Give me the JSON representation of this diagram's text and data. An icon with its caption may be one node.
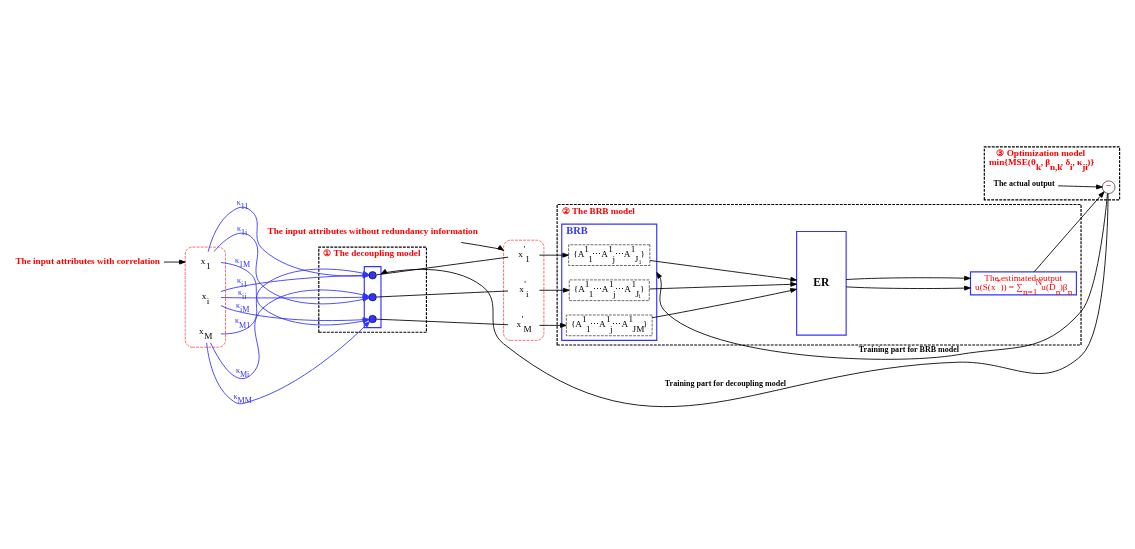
{
  "diagram": {
    "nodes": [
      {
        "text": [],
        "shape": "ellipse"
      },
      {
        "text": [
          "x$_{1}$"
        ],
        "in": 0
      },
      {
        "text": [
          "x$_{i}$"
        ],
        "in": 0
      },
      {
        "text": [
          "x$_{M}$"
        ],
        "in": 0
      },
      {
        "text": [
          "The input attributes with correlation"
        ]
      },
      {
        "text": [
          "① The decoupling model"
        ]
      },
      {
        "text": [],
        "shape": "box",
        "in": 5
      },
      {
        "text": [],
        "shape": "circle",
        "in": 6
      },
      {
        "text": [],
        "shape": "circle",
        "in": 6
      },
      {
        "text": [],
        "shape": "circle",
        "in": 6
      },
      {
        "text": [],
        "shape": "ellipse"
      },
      {
        "text": [
          "x$^{'}$$_{1}$"
        ],
        "in": 10
      },
      {
        "text": [
          "x$^{'}$$_{i}$"
        ],
        "in": 10
      },
      {
        "text": [
          "x$^{'}$$_{M}$"
        ],
        "in": 10
      },
      {
        "text": [
          "The input attributes without redundancy information"
        ]
      },
      {
        "text": [
          "② The BRB model"
        ]
      },
      {
        "text": [
          "BRB"
        ],
        "in": 15
      },
      {
        "text": [
          "{A$^{1}$$_{1}$⋯A$^{1}$$_{j}$⋯A$^{1}$$_{J₁}$}"
        ],
        "in": 16
      },
      {
        "text": [
          "{A$^{1}$$_{1}$⋯A$^{1}$$_{j}$⋯A$^{1}$$_{Jᵢ}$}"
        ],
        "in": 16
      },
      {
        "text": [
          "{A$^{1}$$_{1}$⋯A$^{1}$$_{j}$⋯A$^{1}$$_{JM}$}"
        ],
        "in": 16
      },
      {
        "text": [
          "ER"
        ],
        "in": 15
      },
      {
        "text": [
          "The estimated output",
          "u(S(x$^{*}$)) = ∑$_{n=1}$$^{N}$u(D$_{n}$)β$_{n}$"
        ],
        "in": 15
      },
      {
        "text": [
          "③ Optimization model",
          "min{MSE(θ$_{k}$, β$_{n,k}$, δ$_{i}$, κ$_{ji}$)}"
        ]
      },
      {
        "text": [
          "−"
        ],
        "in": 22
      },
      {
        "text": [
          "The actual output"
        ],
        "in": 22
      }
    ],
    "edges": [
      {
        "from": 4,
        "to": 0,
        "arrow": "to"
      },
      {
        "from": 1,
        "to": 7,
        "arrow": "to",
        "label": "κ$_{11}$",
        "color": "#3333ff"
      },
      {
        "from": 1,
        "to": 8,
        "arrow": "to",
        "label": "κ$_{1i}$",
        "color": "#3333ff"
      },
      {
        "from": 1,
        "to": 9,
        "arrow": "to",
        "label": "κ$_{1M}$",
        "color": "#3333ff"
      },
      {
        "from": 2,
        "to": 7,
        "arrow": "to",
        "label": "κ$_{i1}$",
        "color": "#3333ff"
      },
      {
        "from": 2,
        "to": 8,
        "arrow": "to",
        "label": "κ$_{ii}$",
        "color": "#3333ff"
      },
      {
        "from": 2,
        "to": 9,
        "arrow": "to",
        "label": "κ$_{iM}$",
        "color": "#3333ff"
      },
      {
        "from": 3,
        "to": 7,
        "arrow": "to",
        "label": "κ$_{M1}$",
        "color": "#3333ff"
      },
      {
        "from": 3,
        "to": 8,
        "arrow": "to",
        "label": "κ$_{Mi}$",
        "color": "#3333ff"
      },
      {
        "from": 3,
        "to": 9,
        "arrow": "to",
        "label": "κ$_{MM}$",
        "color": "#3333ff"
      },
      {
        "from": 7,
        "to": 11,
        "arrow": "none"
      },
      {
        "from": 8,
        "to": 12,
        "arrow": "none"
      },
      {
        "from": 9,
        "to": 13,
        "arrow": "none"
      },
      {
        "from": 14,
        "to": 10,
        "arrow": "to"
      },
      {
        "from": 11,
        "to": 17,
        "arrow": "to"
      },
      {
        "from": 12,
        "to": 18,
        "arrow": "to"
      },
      {
        "from": 13,
        "to": 19,
        "arrow": "to"
      },
      {
        "from": 17,
        "to": 20,
        "arrow": "to"
      },
      {
        "from": 18,
        "to": 20,
        "arrow": "to"
      },
      {
        "from": 19,
        "to": 20,
        "arrow": "to"
      },
      {
        "from": 20,
        "to": 21,
        "arrow": "to"
      },
      {
        "from": 20,
        "to": 21,
        "arrow": "to"
      },
      {
        "from": 21,
        "to": 23,
        "arrow": "to"
      },
      {
        "from": 24,
        "to": 23,
        "arrow": "to"
      },
      {
        "from": 23,
        "to": 16,
        "arrow": "to",
        "label": "Training part for BRB model"
      },
      {
        "from": 23,
        "to": 6,
        "arrow": "to",
        "label": "Training part for decoupling model"
      }
    ]
  }
}
